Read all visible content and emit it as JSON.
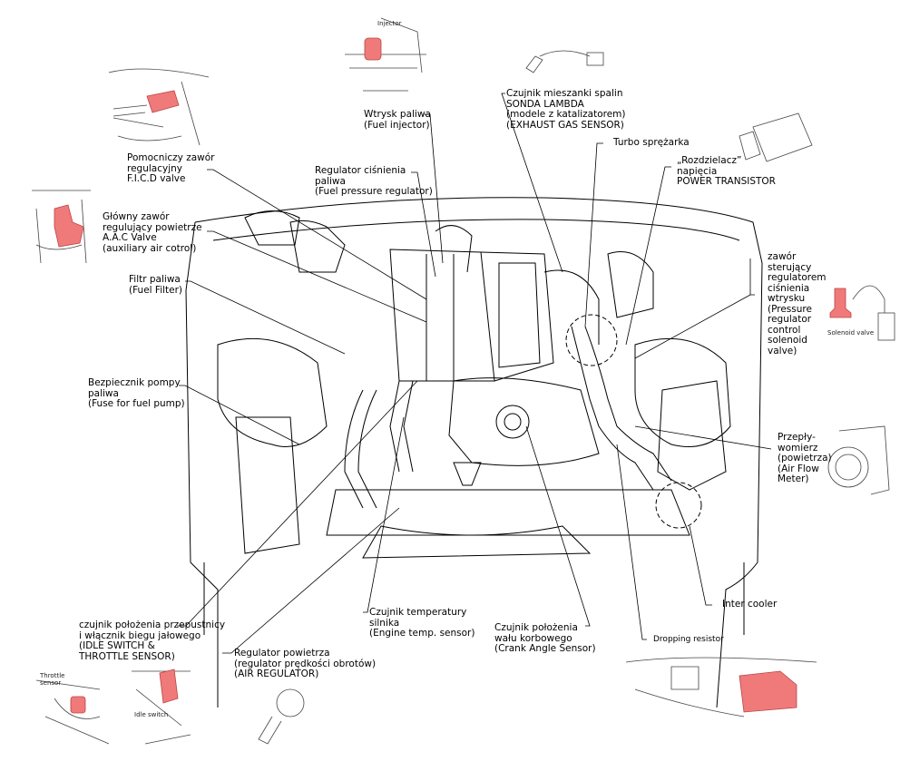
{
  "title": "Engine bay component location diagram",
  "colors": {
    "highlight": "#f07a7a",
    "line": "#000000",
    "background": "#ffffff"
  },
  "labels": {
    "fuel_injector": [
      "Wtrysk paliwa",
      "(Fuel injector)"
    ],
    "exhaust_gas_sensor": [
      "Czujnik mieszanki spalin",
      "SONDA LAMBDA",
      "(modele z katalizatorem)",
      "(EXHAUST GAS SENSOR)"
    ],
    "turbo": [
      "Turbo sprężarka"
    ],
    "power_transistor": [
      "„Rozdzielacz”",
      "napięcia",
      "POWER TRANSISTOR"
    ],
    "ficd_valve": [
      "Pomocniczy zawór",
      "regulacyjny",
      "F.I.C.D valve"
    ],
    "fuel_pressure_regulator": [
      "Regulator ciśnienia",
      "paliwa",
      "(Fuel pressure regulator)"
    ],
    "aac_valve": [
      "Główny zawór",
      "regulujący powietrze",
      "A.A.C Valve",
      "(auxiliary air cotrol)"
    ],
    "fuel_filter": [
      "Filtr paliwa",
      "(Fuel Filter)"
    ],
    "pressure_regulator_solenoid": [
      "zawór",
      "sterujący",
      "regulatorem",
      "ciśnienia",
      "wtrysku",
      "(Pressure",
      "regulator",
      "control",
      "solenoid",
      "valve)"
    ],
    "fuel_pump_fuse": [
      "Bezpiecznik pompy",
      "paliwa",
      "(Fuse for fuel pump)"
    ],
    "air_flow_meter": [
      "Przepły-",
      "womierz",
      "(powietrza)",
      "(Air Flow",
      "Meter)"
    ],
    "intercooler": [
      "Inter cooler"
    ],
    "engine_temp_sensor": [
      "Czujnik temperatury",
      "silnika",
      "(Engine temp. sensor)"
    ],
    "crank_angle_sensor": [
      "Czujnik położenia",
      "wału korbowego",
      "(Crank Angle Sensor)"
    ],
    "throttle_sensor": [
      "czujnik położenia przepustnicy",
      "i włącznik biegu jałowego",
      "(IDLE SWITCH &",
      "THROTTLE SENSOR)"
    ],
    "air_regulator": [
      "Regulator powietrza",
      "(regulator prędkości obrotów)",
      "(AIR REGULATOR)"
    ],
    "dropping_resistor": [
      "Dropping resistor"
    ]
  },
  "inset_captions": {
    "injector": "Injector",
    "solenoid_valve": "Solenoid valve",
    "throttle_sensor": "Throttle sensor",
    "idle_switch": "Idle switch"
  }
}
